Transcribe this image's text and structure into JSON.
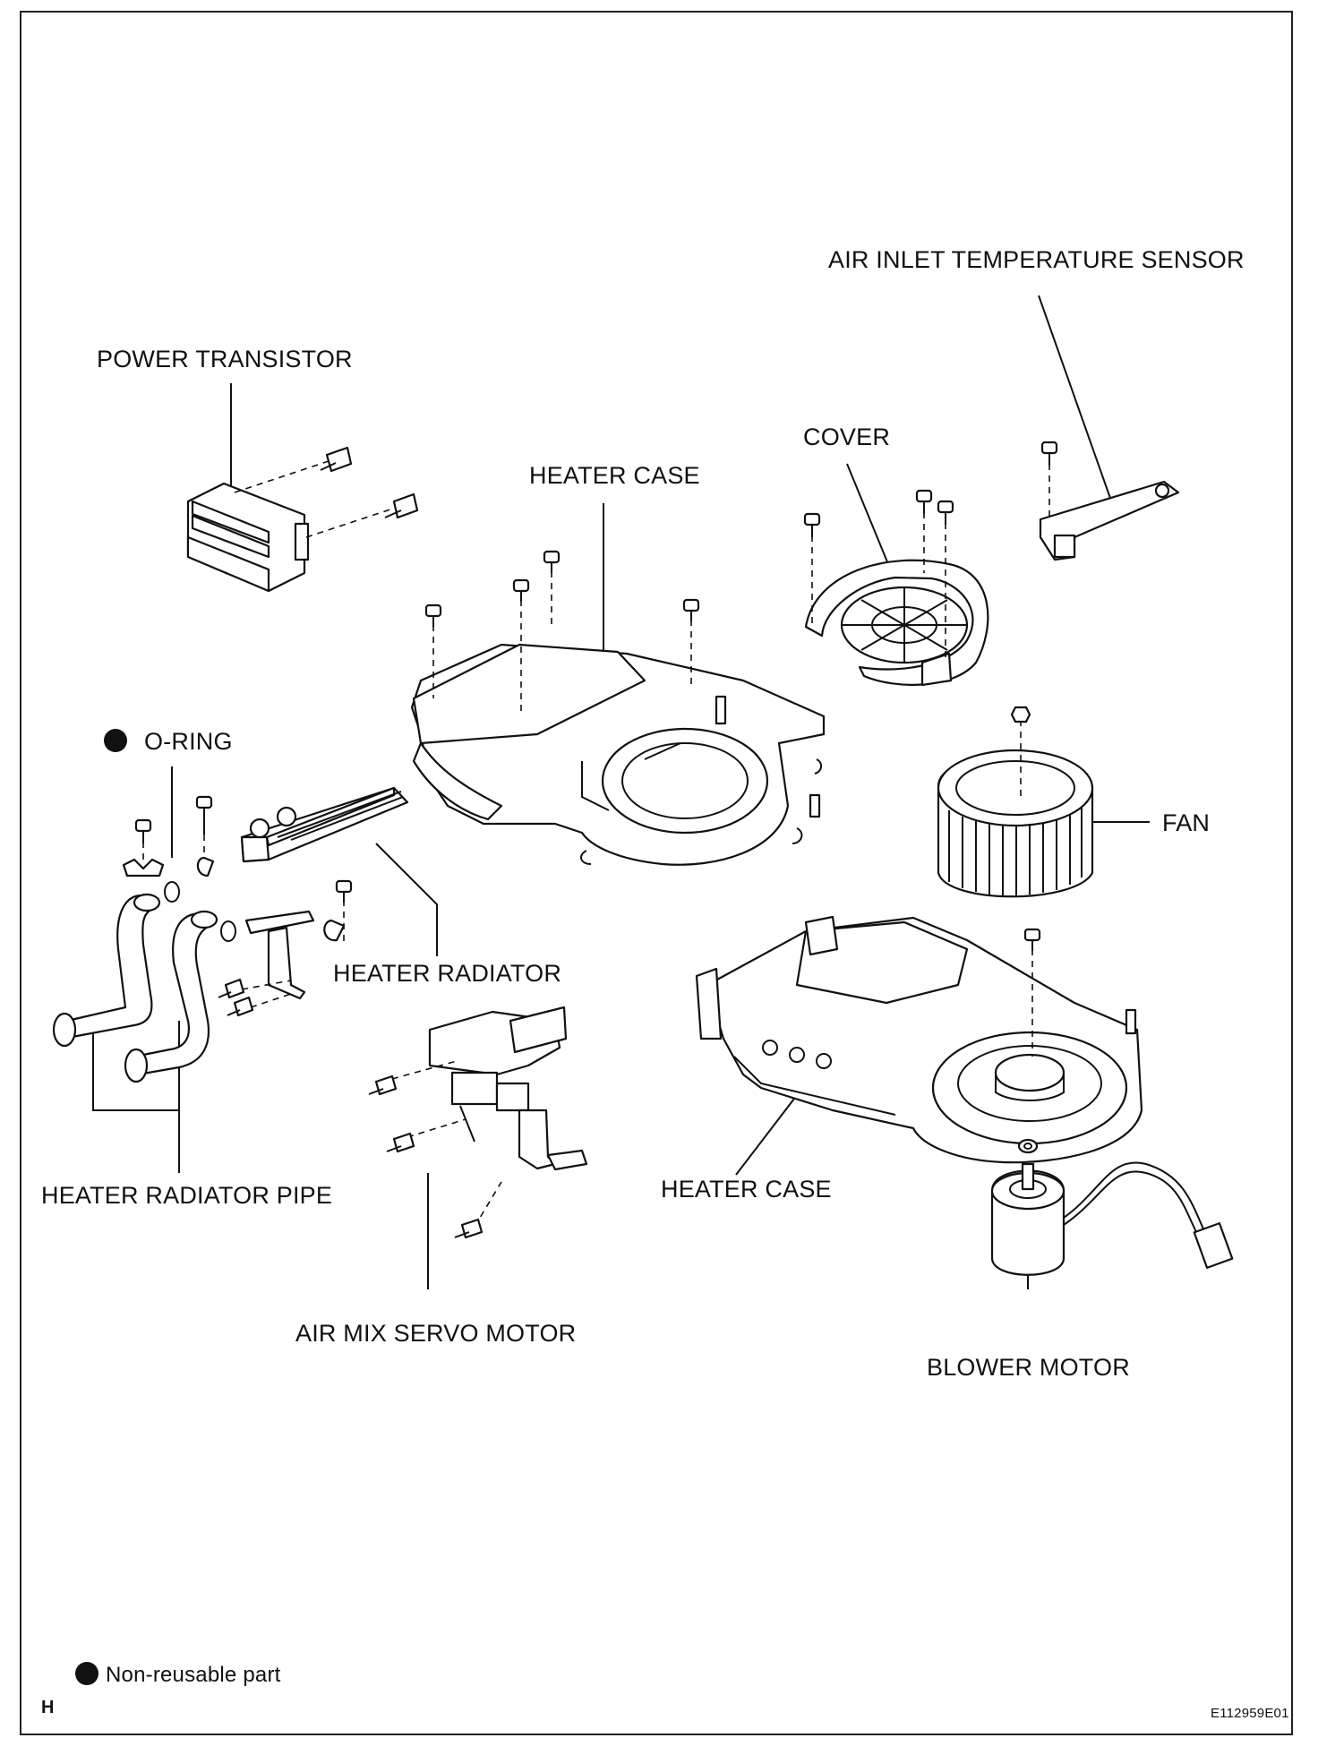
{
  "labels": {
    "air_inlet_temperature_sensor": "AIR INLET TEMPERATURE SENSOR",
    "power_transistor": "POWER TRANSISTOR",
    "cover": "COVER",
    "heater_case_upper": "HEATER CASE",
    "o_ring": "O-RING",
    "fan": "FAN",
    "heater_radiator": "HEATER RADIATOR",
    "heater_radiator_pipe": "HEATER RADIATOR PIPE",
    "heater_case_lower": "HEATER CASE",
    "air_mix_servo_motor": "AIR MIX SERVO MOTOR",
    "blower_motor": "BLOWER MOTOR"
  },
  "legend": {
    "symbol": "filled-circle",
    "text": "Non-reusable part"
  },
  "footer": {
    "section_letter": "H",
    "figure_code": "E112959E01"
  }
}
